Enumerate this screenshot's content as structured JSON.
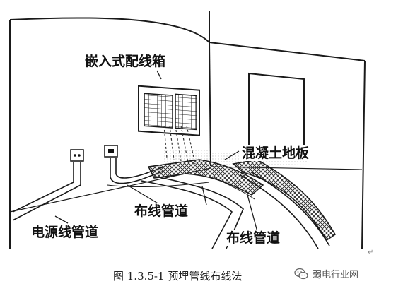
{
  "labels": {
    "distribution_box": "嵌入式配线箱",
    "concrete_floor": "混凝土地板",
    "wiring_duct_center": "布线管道",
    "wiring_duct_right": "布线管道",
    "power_conduit": "电源线管道"
  },
  "caption": "图 1.3.5-1 预埋管线布线法",
  "watermark": {
    "text": "弱电行业网",
    "icon": "wechat-icon"
  },
  "colors": {
    "ink": "#1a1a1a",
    "paper": "#ffffff",
    "hatch": "#3a3a3a"
  }
}
